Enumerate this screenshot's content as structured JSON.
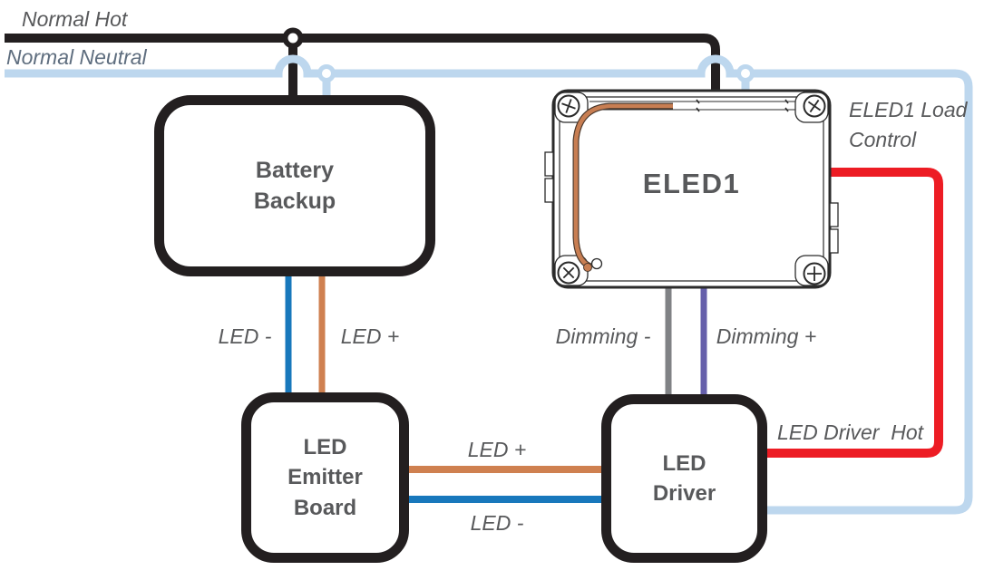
{
  "labels": {
    "normal_hot": "Normal Hot",
    "normal_neutral": "Normal Neutral",
    "eled1_load_control": "ELED1 Load\nControl",
    "led_minus_battery": "LED -",
    "led_plus_battery": "LED +",
    "dimming_minus": "Dimming -",
    "dimming_plus": "Dimming +",
    "led_plus_link": "LED +",
    "led_minus_link": "LED -",
    "led_driver_hot": "LED Driver  Hot"
  },
  "boxes": {
    "battery_backup": {
      "label": "Battery\nBackup"
    },
    "led_emitter_board": {
      "label": "LED\nEmitter\nBoard"
    },
    "led_driver": {
      "label": "LED\nDriver"
    },
    "eled1": {
      "label": "ELED1"
    }
  },
  "wires": {
    "normal_hot": {
      "name": "Normal Hot",
      "color": "#231f20"
    },
    "normal_neutral": {
      "name": "Normal Neutral",
      "color": "#bdd7ee"
    },
    "led_minus": {
      "name": "LED -",
      "color": "#1878bc"
    },
    "led_plus": {
      "name": "LED +",
      "color": "#cf8050"
    },
    "dimming_minus": {
      "name": "Dimming -",
      "color": "#808285"
    },
    "dimming_plus": {
      "name": "Dimming +",
      "color": "#6660ab"
    },
    "load_control_hot": {
      "name": "ELED1 Load Control / LED Driver Hot",
      "color": "#ed1c24"
    },
    "antenna": {
      "name": "ELED1 antenna trace",
      "color": "#c87e52"
    }
  },
  "colors": {
    "box_border": "#231f20",
    "text": "#58595b"
  }
}
